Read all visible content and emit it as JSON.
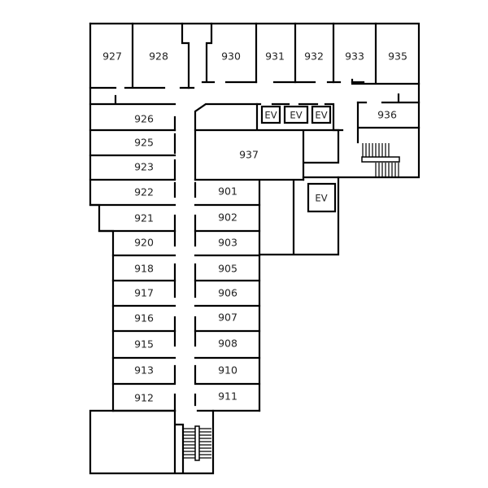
{
  "floor_plan": {
    "rooms_top": [
      "927",
      "928",
      "930",
      "931",
      "932",
      "933",
      "935"
    ],
    "room_936": "936",
    "room_937": "937",
    "rooms_left": [
      "926",
      "925",
      "923",
      "922",
      "921",
      "920",
      "918",
      "917",
      "916",
      "915",
      "913",
      "912"
    ],
    "rooms_right": [
      "901",
      "902",
      "903",
      "905",
      "906",
      "907",
      "908",
      "910",
      "911"
    ],
    "elevators": [
      "EV",
      "EV",
      "EV",
      "EV"
    ]
  }
}
